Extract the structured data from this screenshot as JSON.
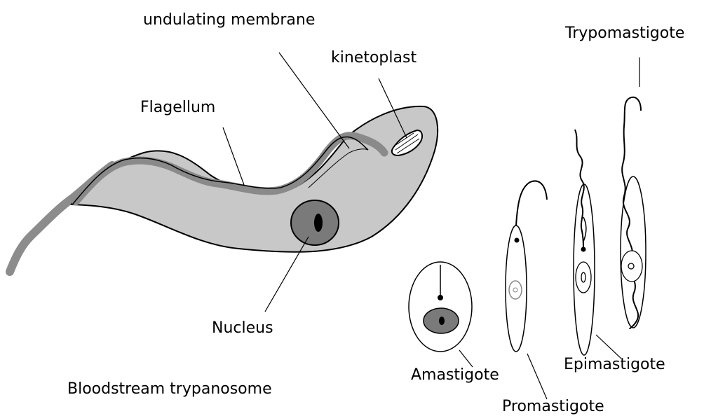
{
  "labels": {
    "undulating_membrane": "undulating membrane",
    "kinetoplast": "kinetoplast",
    "flagellum": "Flagellum",
    "nucleus": "Nucleus",
    "bloodstream": "Bloodstream trypanosome",
    "trypomastigote": "Trypomastigote",
    "amastigote": "Amastigote",
    "promastigote": "Promastigote",
    "epimastigote": "Epimastigote"
  },
  "colors": {
    "cell_body": "#c8c8c8",
    "flagellum": "#8c8c8c",
    "nucleus_outer": "#7a7a7a",
    "outline": "#000000"
  }
}
